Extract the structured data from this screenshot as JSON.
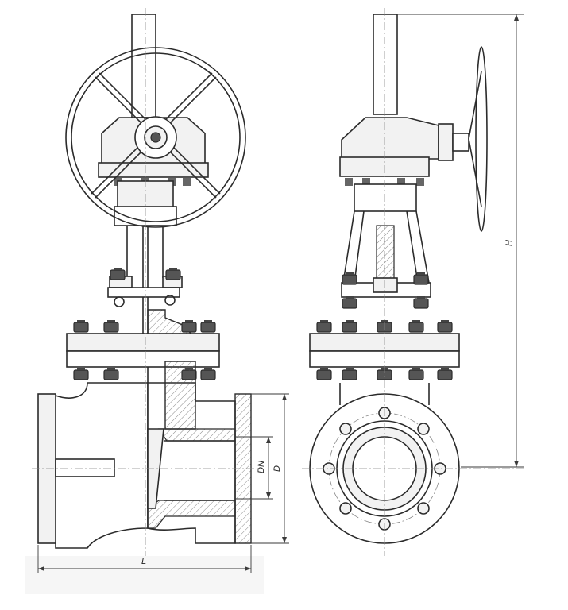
{
  "labels": {
    "height": "H",
    "length": "L",
    "nominal_diameter": "DN",
    "flange_diameter": "D"
  }
}
